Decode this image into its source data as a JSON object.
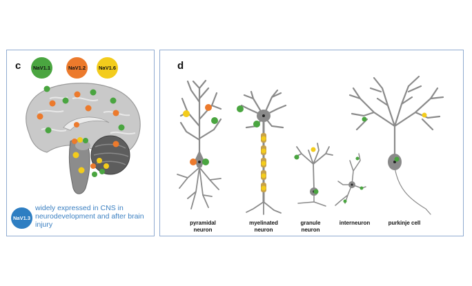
{
  "panel_c": {
    "label": "c",
    "legend": [
      {
        "name": "NaV1.1",
        "color": "#4aa540"
      },
      {
        "name": "NaV1.2",
        "color": "#ec7a2c"
      },
      {
        "name": "NaV1.6",
        "color": "#f3cc1c"
      }
    ],
    "nav13": {
      "name": "NaV1.3",
      "color": "#2e7ec2",
      "description": "widely expressed in CNS in neurodevelopment and after brain injury"
    }
  },
  "panel_d": {
    "label": "d",
    "neurons": [
      {
        "line1": "pyramidal",
        "line2": "neuron"
      },
      {
        "line1": "myelinated",
        "line2": "neuron"
      },
      {
        "line1": "granule",
        "line2": "neuron"
      },
      {
        "line1": "interneuron",
        "line2": ""
      },
      {
        "line1": "purkinje cell",
        "line2": ""
      }
    ]
  },
  "colors": {
    "green": "#4aa540",
    "orange": "#ec7a2c",
    "yellow": "#f3cc1c",
    "gray": "#8a8a8a",
    "border": "#8eaad0"
  }
}
